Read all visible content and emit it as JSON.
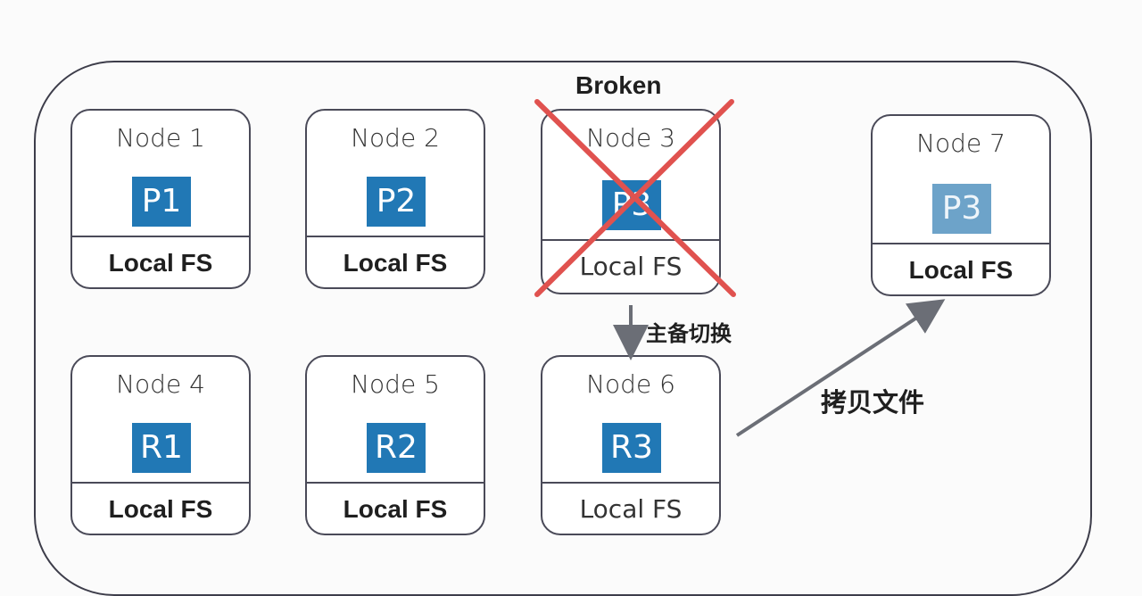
{
  "labels": {
    "broken": "Broken",
    "failover": "主备切换",
    "copy_files": "拷贝文件"
  },
  "nodes": [
    {
      "title": "Node 1",
      "chip": "P1",
      "fs": "Local FS"
    },
    {
      "title": "Node 2",
      "chip": "P2",
      "fs": "Local FS"
    },
    {
      "title": "Node 3",
      "chip": "P3",
      "fs": "Local FS"
    },
    {
      "title": "Node 7",
      "chip": "P3",
      "fs": "Local FS"
    },
    {
      "title": "Node 4",
      "chip": "R1",
      "fs": "Local FS"
    },
    {
      "title": "Node 5",
      "chip": "R2",
      "fs": "Local FS"
    },
    {
      "title": "Node 6",
      "chip": "R3",
      "fs": "Local FS"
    }
  ],
  "colors": {
    "chip": "#2178b5",
    "chip_faded": "#6da3c9",
    "cross": "#e0524f",
    "arrow": "#6b6e76",
    "border": "#4a4a58"
  }
}
